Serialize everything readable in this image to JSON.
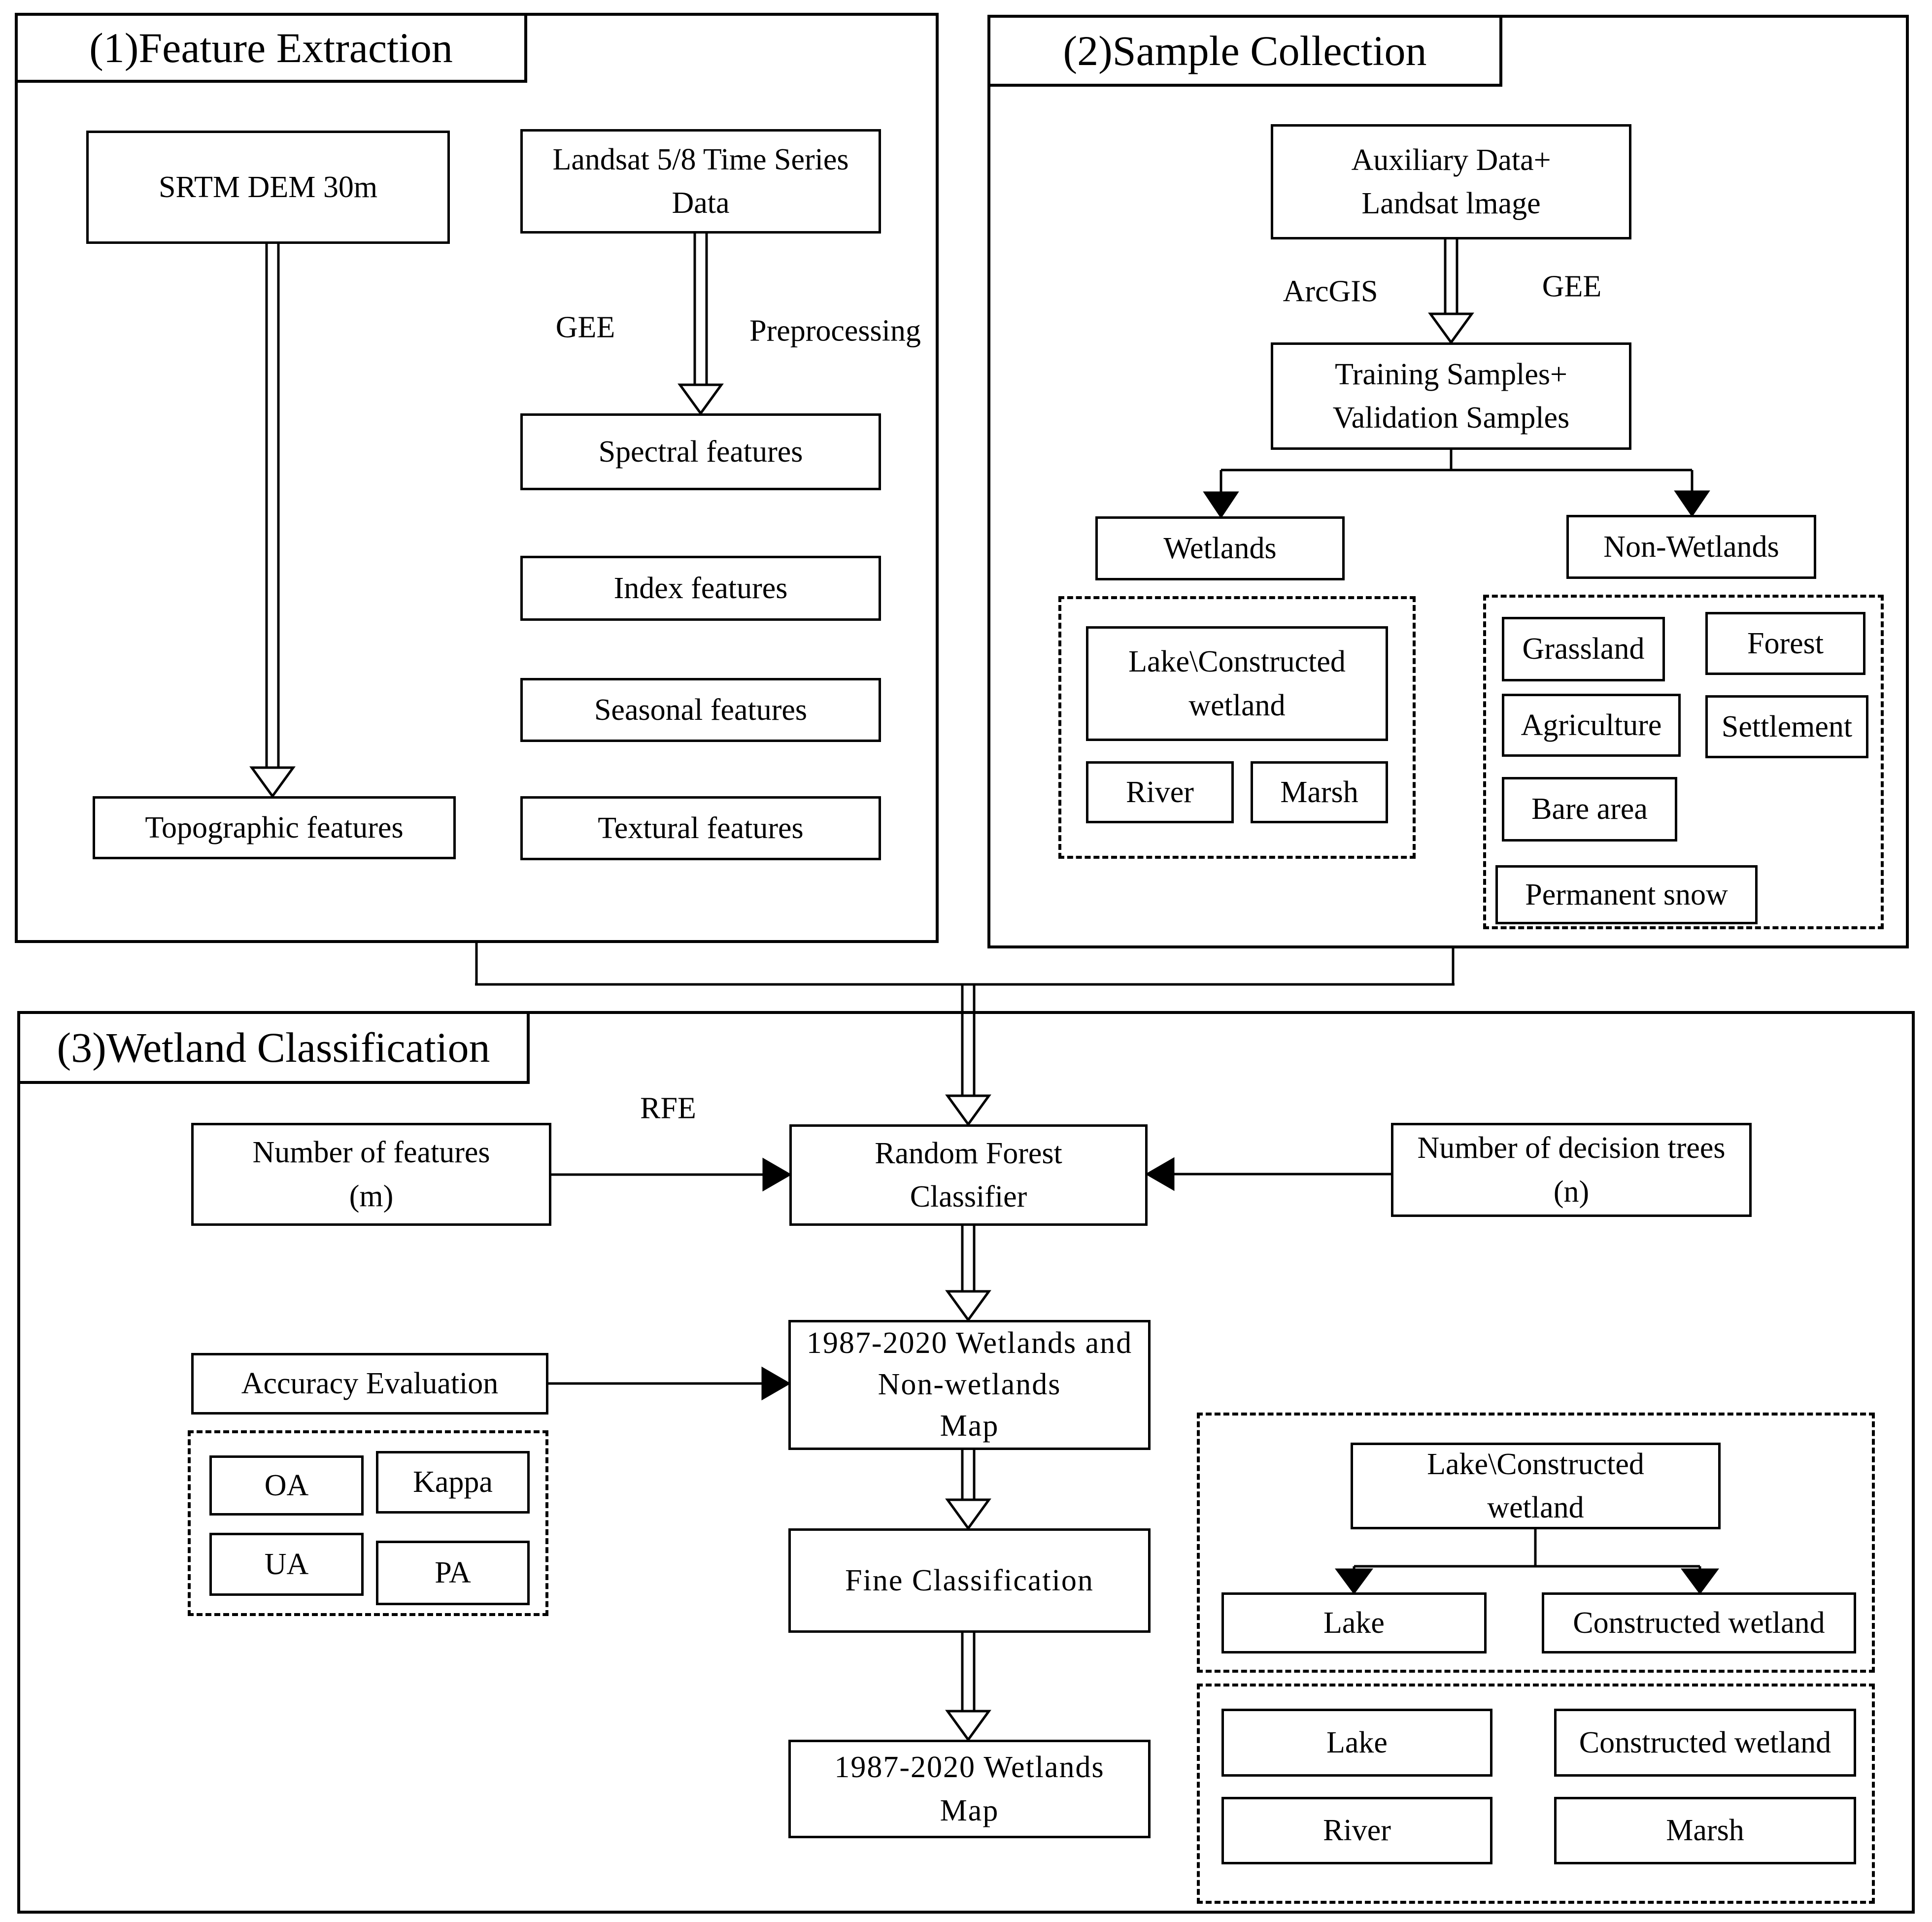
{
  "colors": {
    "background": "#ffffff",
    "line": "#000000"
  },
  "sections": {
    "s1": {
      "title": "(1)Feature Extraction"
    },
    "s2": {
      "title": "(2)Sample Collection"
    },
    "s3": {
      "title": "(3)Wetland Classification"
    }
  },
  "s1": {
    "srtm": "SRTM DEM 30m",
    "landsat": [
      "Landsat 5/8 Time Series",
      "Data"
    ],
    "gee_label": "GEE",
    "preprocessing_label": "Preprocessing",
    "spectral": "Spectral features",
    "index": "Index features",
    "seasonal": "Seasonal features",
    "topographic": "Topographic features",
    "textural": "Textural features"
  },
  "s2": {
    "auxiliary": [
      "Auxiliary Data+",
      "Landsat lmage"
    ],
    "arcgis_label": "ArcGIS",
    "gee_label": "GEE",
    "training": [
      "Training Samples+",
      "Validation Samples"
    ],
    "wetlands": "Wetlands",
    "non_wetlands": "Non-Wetlands",
    "lake_constructed": [
      "Lake\\Constructed",
      "wetland"
    ],
    "river": "River",
    "marsh": "Marsh",
    "grassland": "Grassland",
    "forest": "Forest",
    "agriculture": "Agriculture",
    "settlement": "Settlement",
    "bare_area": "Bare area",
    "permanent_snow": "Permanent snow"
  },
  "s3": {
    "rfe_label": "RFE",
    "num_features": [
      "Number of features",
      "(m)"
    ],
    "rfc": [
      "Random Forest",
      "Classifier"
    ],
    "num_trees": [
      "Number of decision trees",
      "(n)"
    ],
    "accuracy": "Accuracy Evaluation",
    "oa": "OA",
    "kappa": "Kappa",
    "ua": "UA",
    "pa": "PA",
    "map1": [
      "1987-2020 Wetlands and",
      "Non-wetlands",
      "Map"
    ],
    "fine": "Fine Classification",
    "map2": [
      "1987-2020 Wetlands",
      "Map"
    ],
    "lake_constructed": [
      "Lake\\Constructed",
      "wetland"
    ],
    "lake_a": "Lake",
    "constructed_wetland_a": "Constructed wetland",
    "lake_b": "Lake",
    "constructed_wetland_b": "Constructed wetland",
    "river": "River",
    "marsh": "Marsh"
  }
}
